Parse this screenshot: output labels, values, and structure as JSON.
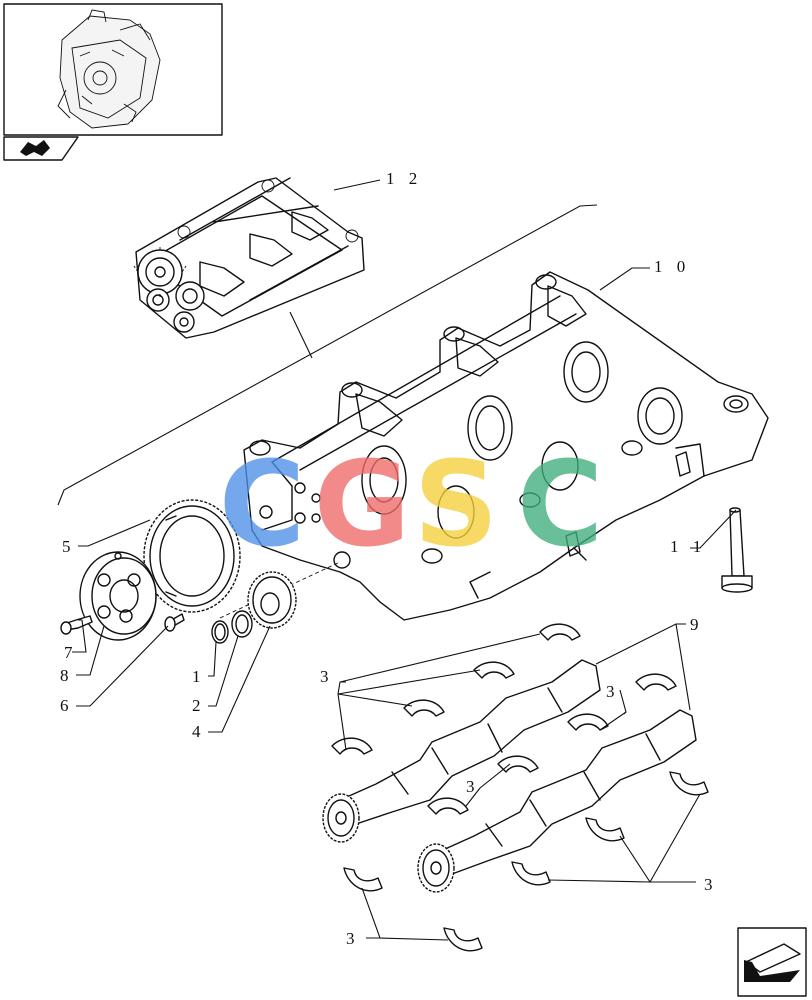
{
  "diagram": {
    "callouts": [
      {
        "id": "c12",
        "text": "1 2"
      },
      {
        "id": "c10",
        "text": "1 0"
      },
      {
        "id": "c11",
        "text": "1 1"
      },
      {
        "id": "c5",
        "text": "5"
      },
      {
        "id": "c7",
        "text": "7"
      },
      {
        "id": "c8",
        "text": "8"
      },
      {
        "id": "c6",
        "text": "6"
      },
      {
        "id": "c1",
        "text": "1"
      },
      {
        "id": "c2",
        "text": "2"
      },
      {
        "id": "c4",
        "text": "4"
      },
      {
        "id": "c9",
        "text": "9"
      },
      {
        "id": "c3a",
        "text": "3"
      },
      {
        "id": "c3b",
        "text": "3"
      },
      {
        "id": "c3c",
        "text": "3"
      },
      {
        "id": "c3d",
        "text": "3"
      },
      {
        "id": "c3e",
        "text": "3"
      }
    ]
  },
  "watermark": {
    "letters": [
      "C",
      "G",
      "S",
      "C"
    ],
    "colors": [
      "#4f8fe8",
      "#f06a6a",
      "#f5cf3c",
      "#3fae7a"
    ]
  },
  "icons": {
    "thumbnail": "engine-thumbnail-icon",
    "book": "book-arrow-icon",
    "nav": "next-page-arrow-icon"
  }
}
